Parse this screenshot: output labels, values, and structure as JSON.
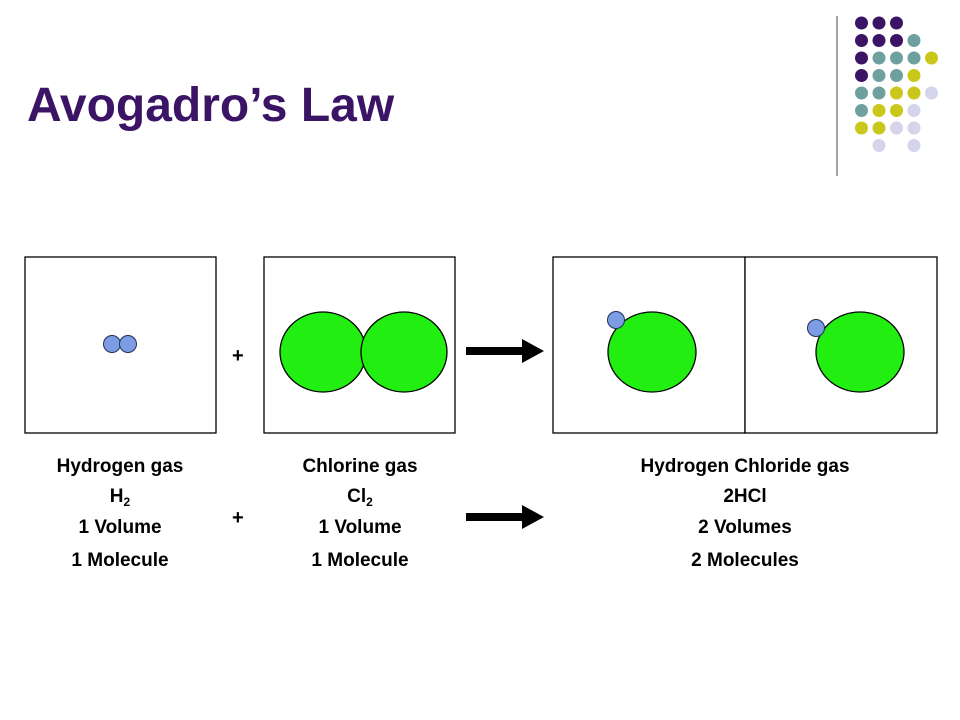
{
  "slide": {
    "title": "Avogadro’s Law"
  },
  "colors": {
    "title": "#3b1466",
    "hydrogen_atom": "#7b9be3",
    "chlorine_atom": "#22ee11",
    "deco_purple": "#3b1466",
    "deco_teal": "#6fa0a0",
    "deco_yellow": "#c9c81a",
    "deco_lavender": "#d4d4ea"
  },
  "diagram": {
    "operator_plus": "+",
    "reactant_1": {
      "name": "Hydrogen gas",
      "formula_symbol": "H",
      "formula_subscript": "2",
      "volume": "1 Volume",
      "molecules": "1 Molecule"
    },
    "reactant_2": {
      "name": "Chlorine gas",
      "formula_symbol": "Cl",
      "formula_subscript": "2",
      "volume": "1 Volume",
      "molecules": "1 Molecule"
    },
    "product": {
      "name": "Hydrogen Chloride gas",
      "formula": "2HCl",
      "volume": "2 Volumes",
      "molecules": "2 Molecules"
    }
  }
}
